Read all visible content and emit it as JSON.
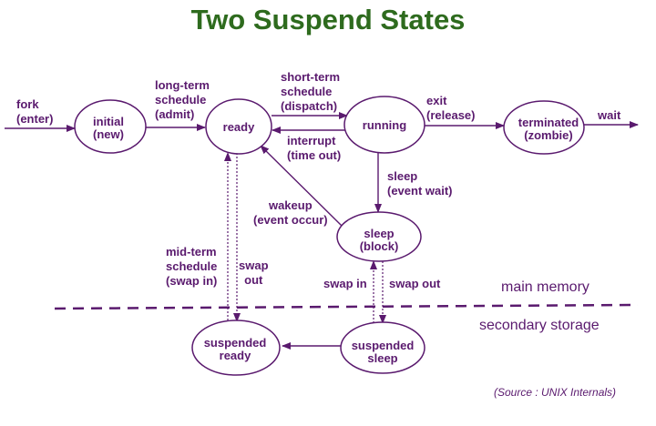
{
  "title": "Two Suspend States",
  "colors": {
    "title": "#2e6b1e",
    "accent": "#5a1a6e",
    "background": "#ffffff"
  },
  "states": {
    "initial": [
      "initial",
      "(new)"
    ],
    "ready": [
      "ready"
    ],
    "running": [
      "running"
    ],
    "terminated": [
      "terminated",
      "(zombie)"
    ],
    "sleep": [
      "sleep",
      "(block)"
    ],
    "suspended_ready": [
      "suspended",
      "ready"
    ],
    "suspended_sleep": [
      "suspended",
      "sleep"
    ]
  },
  "transitions": {
    "fork": [
      "fork",
      "(enter)"
    ],
    "long_term": [
      "long-term",
      "schedule",
      "(admit)"
    ],
    "short_term": [
      "short-term",
      "schedule",
      "(dispatch)"
    ],
    "exit": [
      "exit",
      "(release)"
    ],
    "wait": [
      "wait"
    ],
    "interrupt": [
      "interrupt",
      "(time out)"
    ],
    "sleep": [
      "sleep",
      "(event wait)"
    ],
    "wakeup": [
      "wakeup",
      "(event occur)"
    ],
    "mid_term": [
      "mid-term",
      "schedule",
      "(swap in)"
    ],
    "swap_out_ready": [
      "swap",
      "out"
    ],
    "swap_in": [
      "swap in"
    ],
    "swap_out_sleep": [
      "swap out"
    ]
  },
  "regions": {
    "main_memory": "main memory",
    "secondary_storage": "secondary storage"
  },
  "source": "(Source : UNIX Internals)"
}
